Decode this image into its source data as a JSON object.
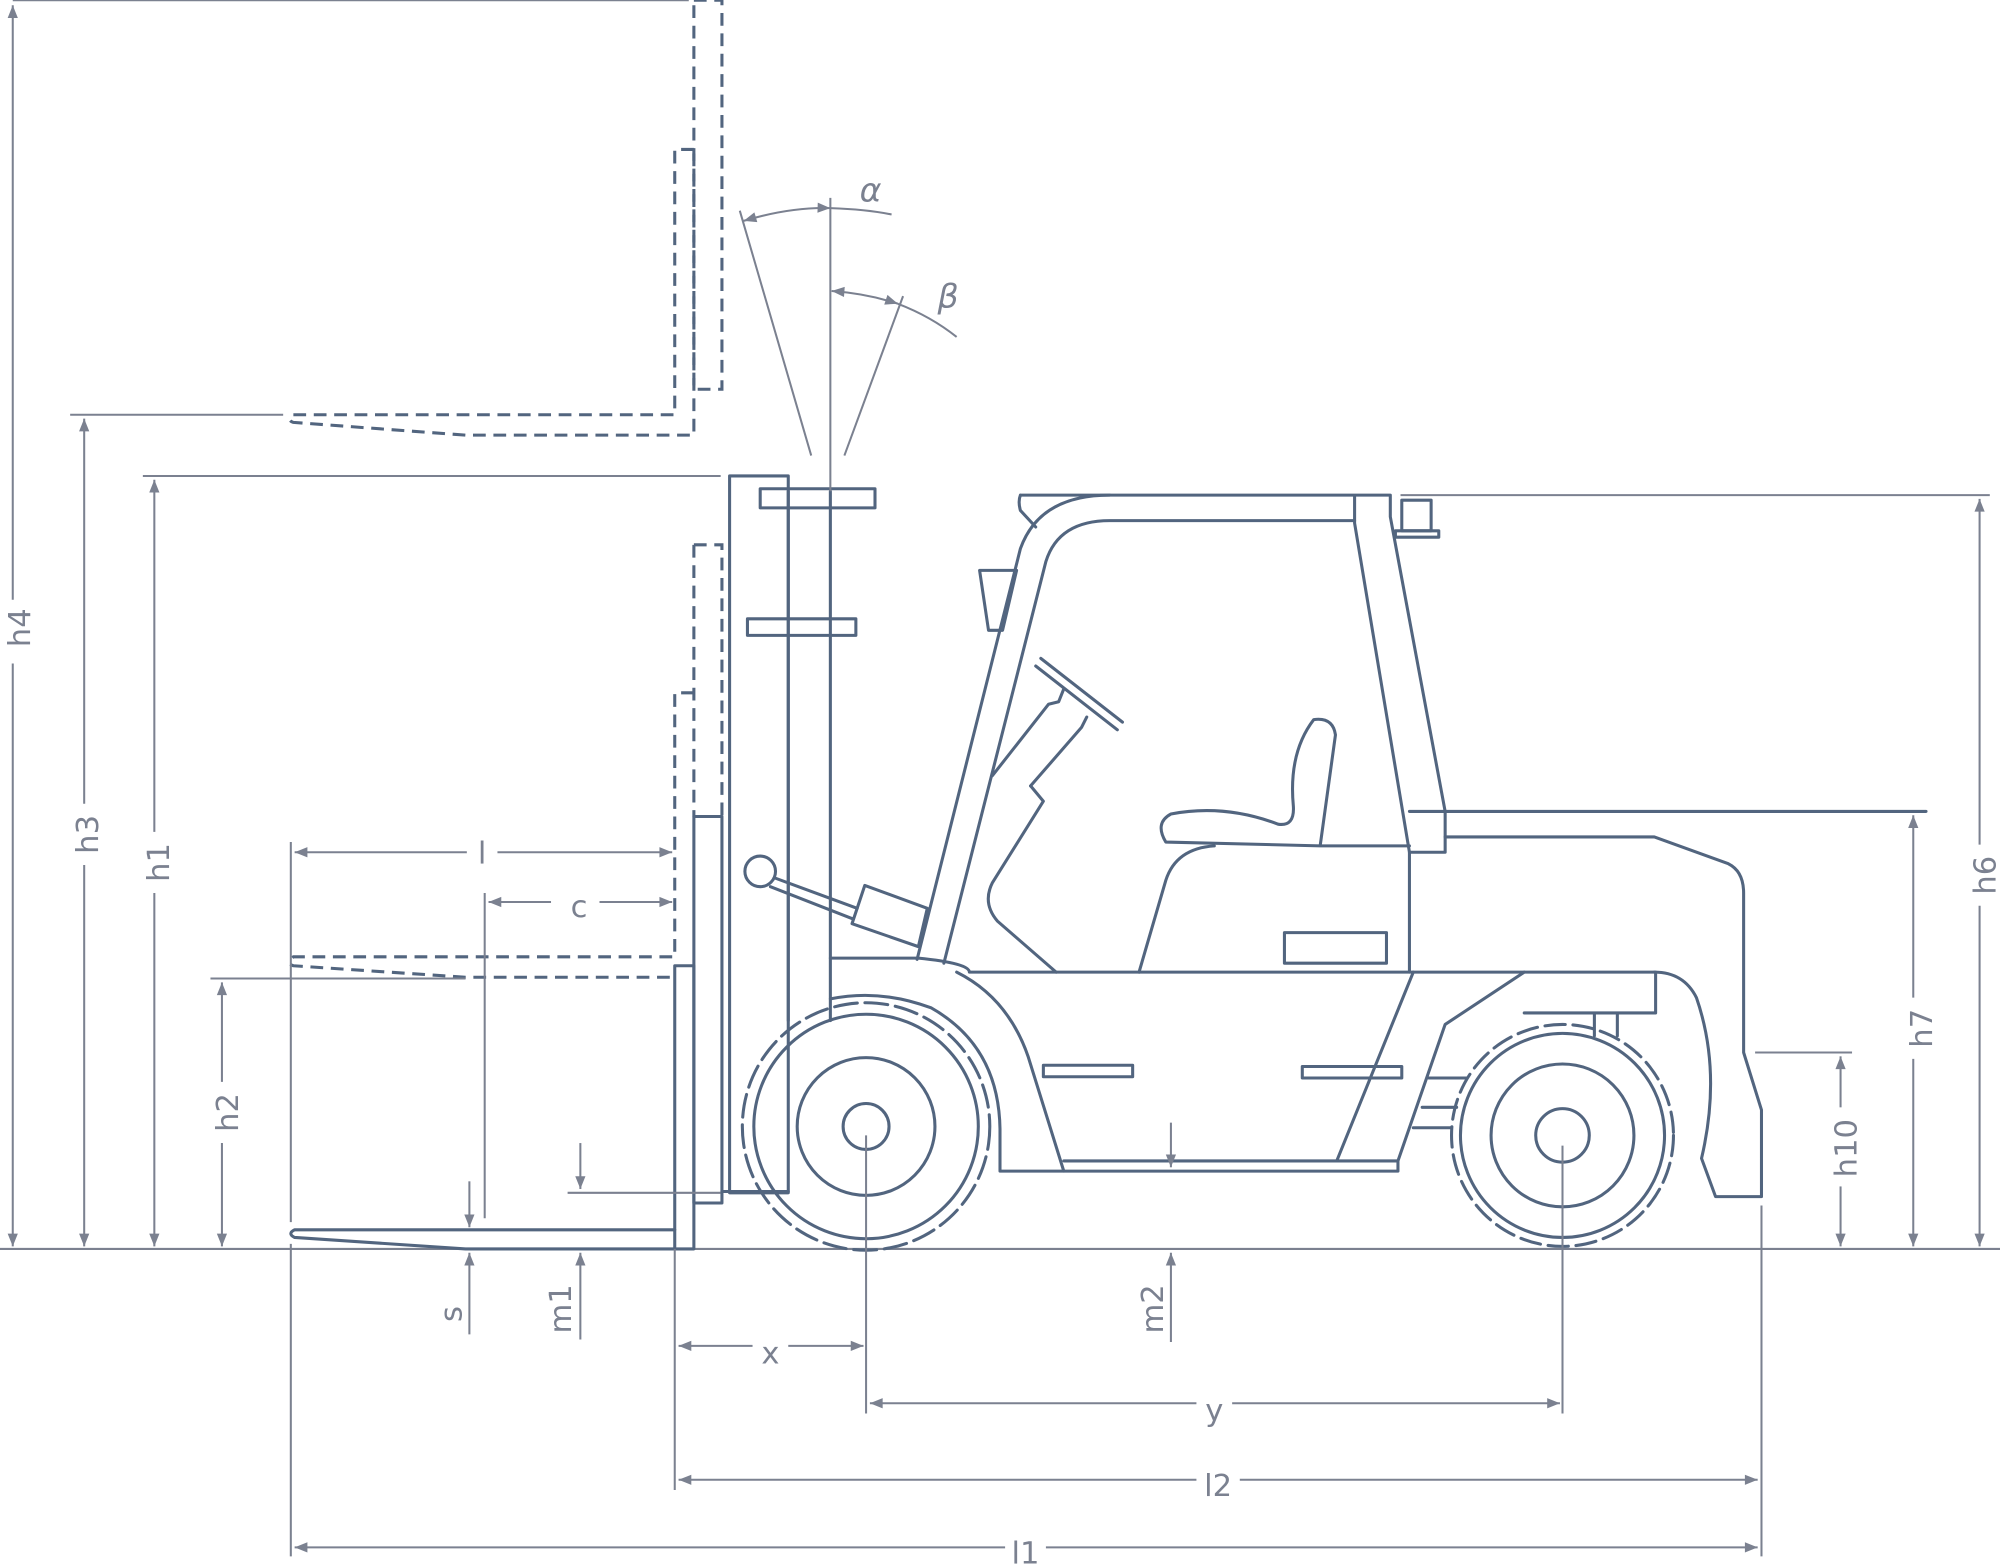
{
  "colors": {
    "machine": "#52657f",
    "dimension": "#7b8190",
    "background": "#ffffff"
  },
  "labels": {
    "h4": "h4",
    "h3": "h3",
    "h1": "h1",
    "h2": "h2",
    "l": "l",
    "c": "c",
    "s": "s",
    "m1": "m1",
    "m2": "m2",
    "x": "x",
    "y": "y",
    "l2": "l2",
    "l1": "l1",
    "h6": "h6",
    "h7": "h7",
    "h10": "h10",
    "alpha": "α",
    "beta": "β"
  }
}
